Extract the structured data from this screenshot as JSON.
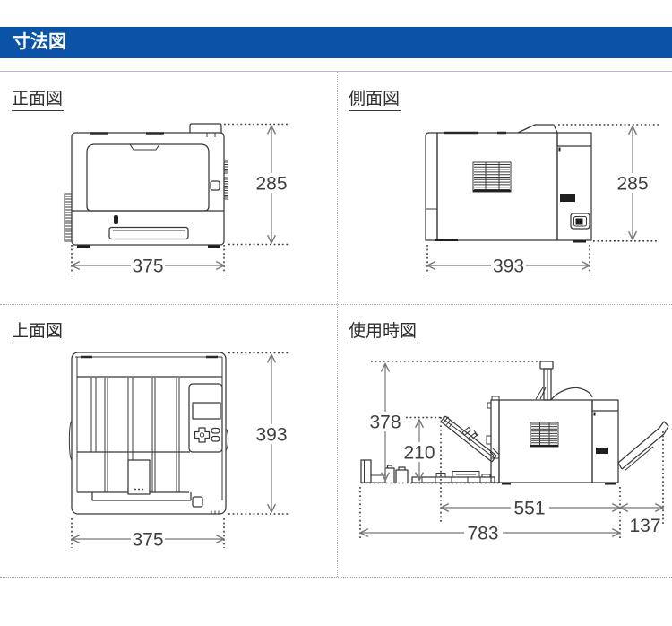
{
  "header": {
    "title": "寸法図"
  },
  "colors": {
    "accent": "#0b53a6",
    "line": "#383838",
    "dim_gray": "#787878"
  },
  "panels": {
    "front": {
      "label": "正面図",
      "width_mm": "375",
      "height_mm": "285"
    },
    "side": {
      "label": "側面図",
      "depth_mm": "393",
      "height_mm": "285"
    },
    "top": {
      "label": "上面図",
      "width_mm": "375",
      "depth_mm": "393"
    },
    "usage": {
      "label": "使用時図",
      "open_height_mm": "378",
      "tray_height_mm": "210",
      "body_depth_mm": "551",
      "total_depth_mm": "783",
      "rear_tray_mm": "137"
    }
  }
}
